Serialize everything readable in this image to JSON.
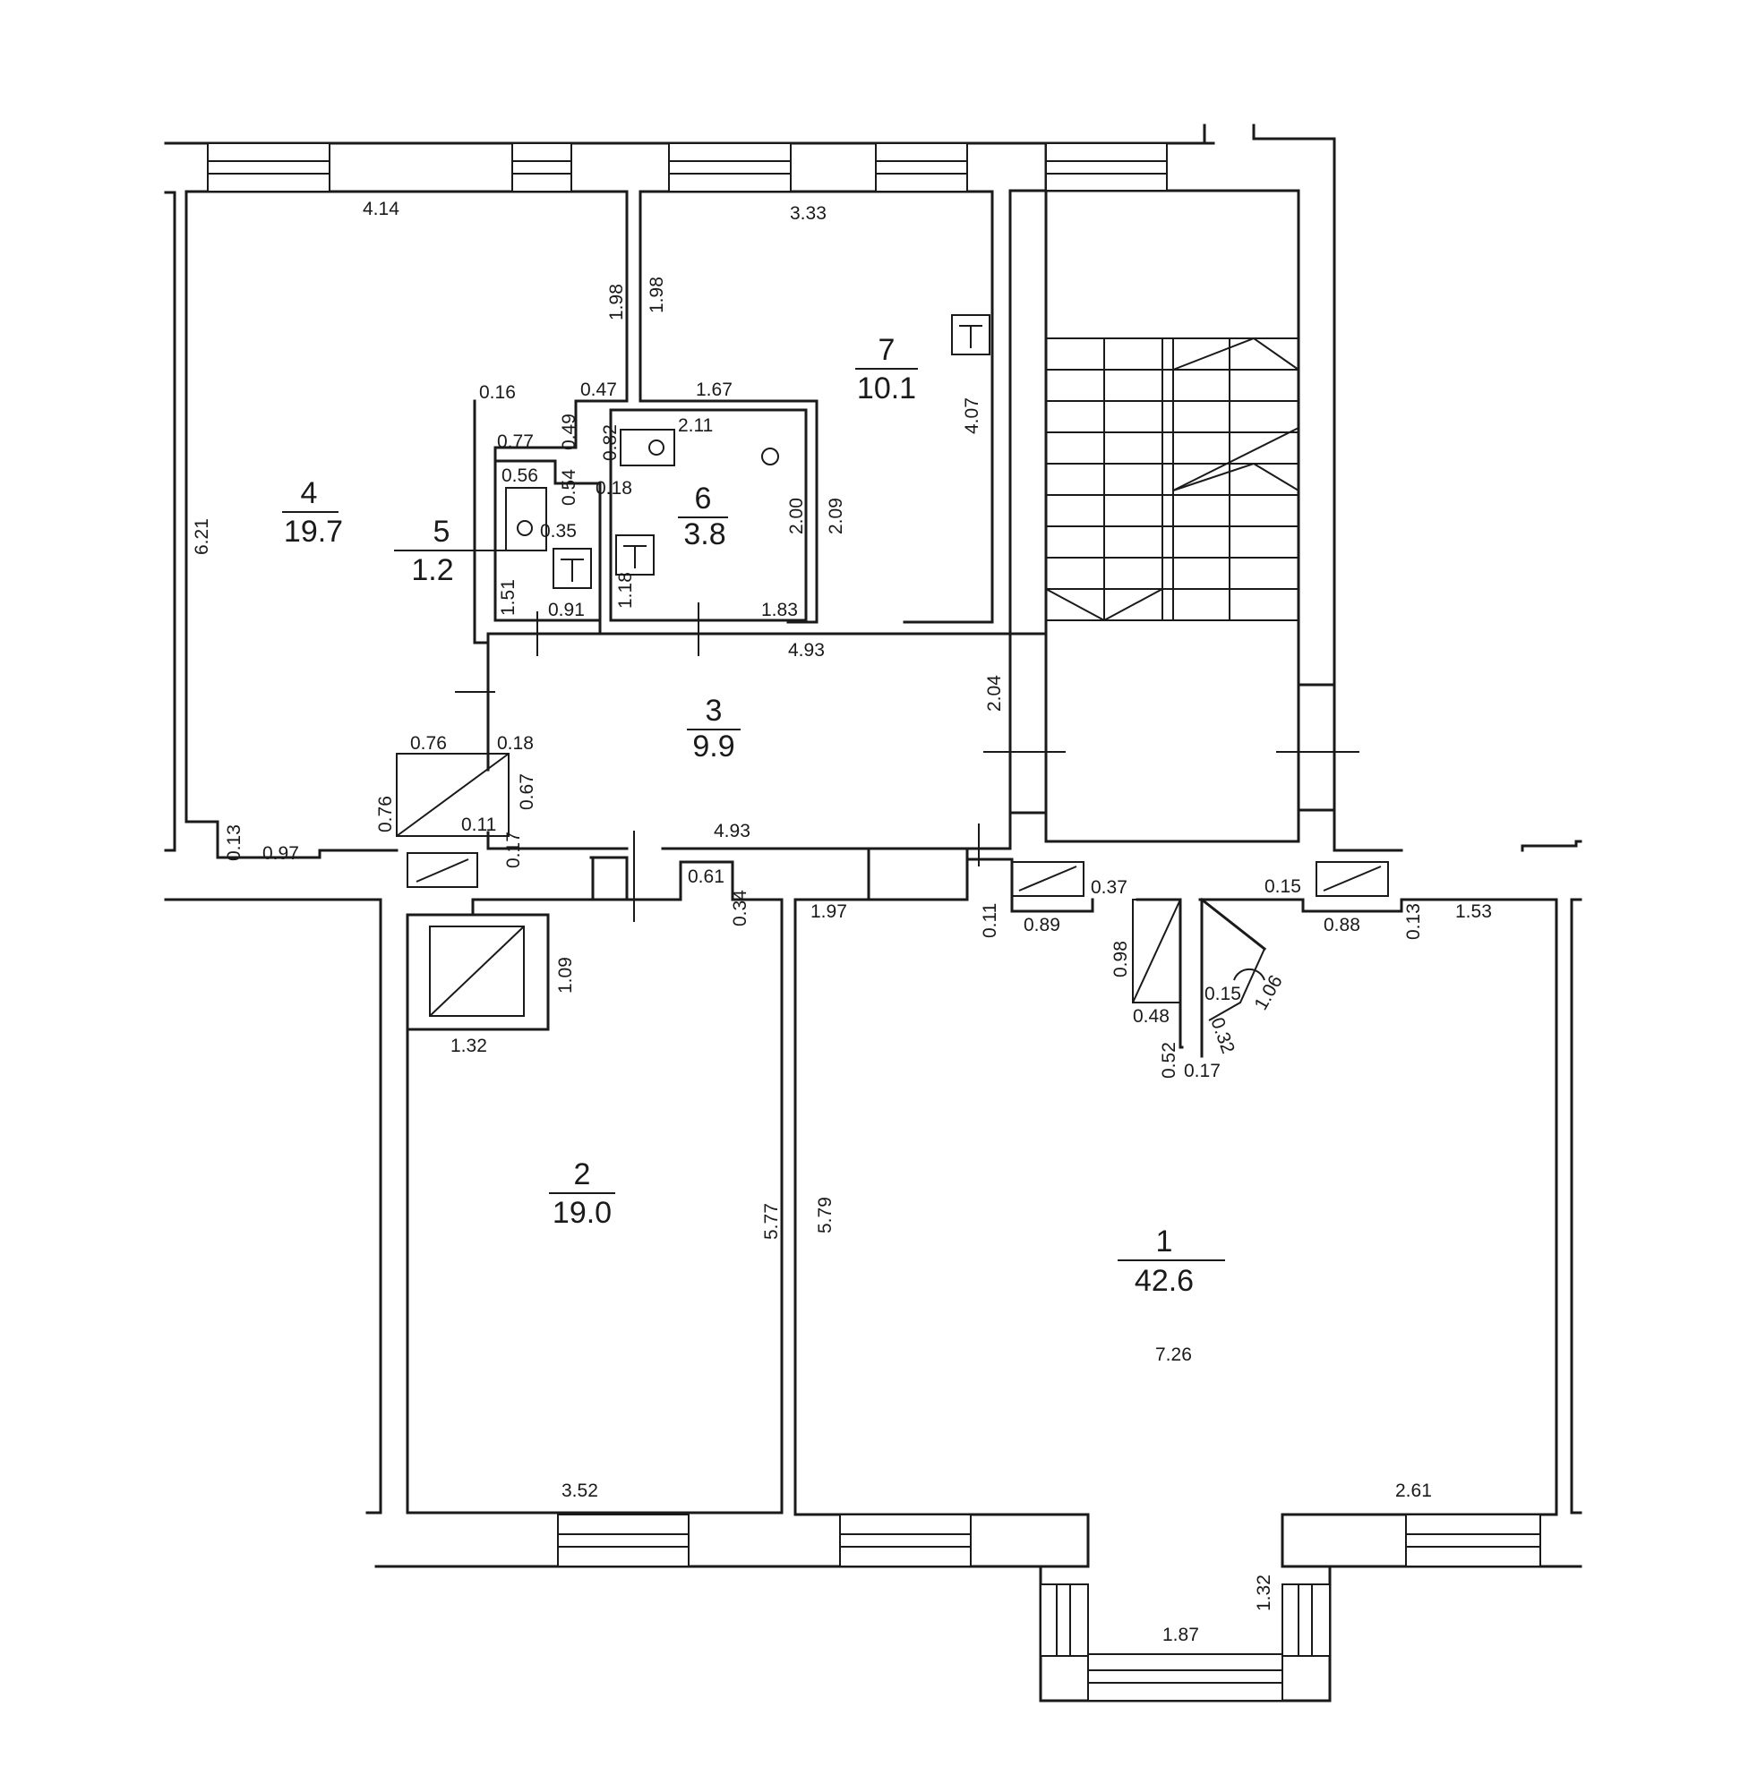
{
  "rooms": [
    {
      "number": "1",
      "area": "42.6"
    },
    {
      "number": "2",
      "area": "19.0"
    },
    {
      "number": "3",
      "area": "9.9"
    },
    {
      "number": "4",
      "area": "19.7"
    },
    {
      "number": "5",
      "area": "1.2"
    },
    {
      "number": "6",
      "area": "3.8"
    },
    {
      "number": "7",
      "area": "10.1"
    }
  ],
  "dims": [
    "4.14",
    "3.33",
    "1.98",
    "1.98",
    "0.16",
    "0.47",
    "1.67",
    "0.49",
    "0.82",
    "2.11",
    "0.77",
    "0.56",
    "0.54",
    "0.18",
    "2.00",
    "2.09",
    "4.07",
    "6.21",
    "0.35",
    "1.51",
    "0.91",
    "1.18",
    "1.83",
    "4.93",
    "2.04",
    "0.76",
    "0.18",
    "0.76",
    "0.67",
    "0.11",
    "0.13",
    "0.97",
    "0.17",
    "4.93",
    "0.61",
    "0.34",
    "1.97",
    "0.37",
    "0.11",
    "0.89",
    "0.15",
    "0.88",
    "0.13",
    "1.53",
    "0.98",
    "0.48",
    "0.15",
    "1.06",
    "0.52",
    "0.17",
    "0.32",
    "1.09",
    "1.32",
    "5.77",
    "5.79",
    "7.26",
    "3.52",
    "2.61",
    "1.32",
    "1.87"
  ]
}
